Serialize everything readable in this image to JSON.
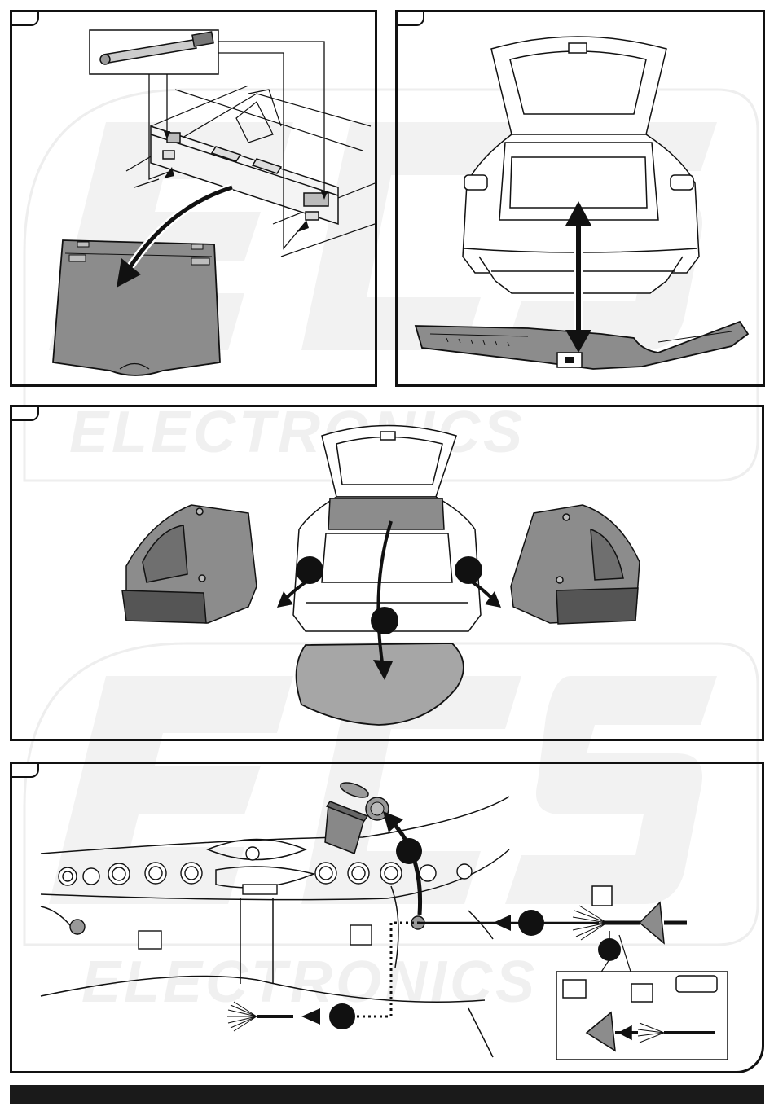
{
  "panels": [
    {
      "id": "panel-1",
      "content": "remove trunk floor cover and tools"
    },
    {
      "id": "panel-2",
      "content": "remove rear sill trim panel"
    },
    {
      "id": "panel-3",
      "content": "remove side trim panels and floor"
    },
    {
      "id": "panel-4",
      "content": "route wiring harness through grommet"
    }
  ],
  "watermark": {
    "brand_mark": "ECS",
    "brand_word": "ELECTRONICS"
  },
  "colors": {
    "outline": "#111111",
    "part_fill": "#8c8c8c",
    "part_fill_light": "#a6a6a6",
    "watermark": "#f1f1f1",
    "footer": "#1a1a1a"
  },
  "icons": [
    "trash-bin-icon",
    "grommet-icon",
    "arrow-icon",
    "wire-bundle-icon"
  ]
}
